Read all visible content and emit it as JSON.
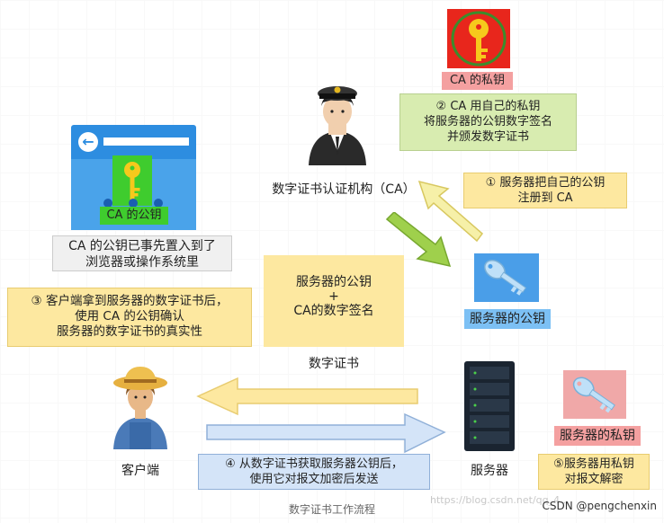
{
  "title": "数字证书工作流程",
  "watermark": "CSDN @pengchenxin",
  "watermark_url": "https://blog.csdn.net/qq_4...",
  "ca_private_key": {
    "label": "CA 的私钥"
  },
  "ca_note": {
    "lines": [
      "② CA 用自己的私钥",
      "将服务器的公钥数字签名",
      "并颁发数字证书"
    ]
  },
  "ca": {
    "label": "数字证书认证机构（CA）"
  },
  "step1": {
    "lines": [
      "① 服务器把自己的公钥",
      "注册到 CA"
    ]
  },
  "browser": {
    "key_label": "CA 的公钥",
    "note_lines": [
      "CA 的公钥已事先置入到了",
      "浏览器或操作系统里"
    ]
  },
  "server_public_key": {
    "label": "服务器的公钥"
  },
  "certificate": {
    "lines": [
      "服务器的公钥",
      "+",
      "CA的数字签名"
    ],
    "label": "数字证书"
  },
  "step3": {
    "lines": [
      "③ 客户端拿到服务器的数字证书后，",
      "使用 CA 的公钥确认",
      "服务器的数字证书的真实性"
    ]
  },
  "client": {
    "label": "客户端"
  },
  "server": {
    "label": "服务器"
  },
  "server_private_key": {
    "label": "服务器的私钥"
  },
  "step4": {
    "lines": [
      "④ 从数字证书获取服务器公钥后，",
      "使用它对报文加密后发送"
    ]
  },
  "step5": {
    "lines": [
      "⑤服务器用私钥",
      "对报文解密"
    ]
  },
  "colors": {
    "green_note": "#d8ecb0",
    "yellow_note": "#fde8a0",
    "blue_note": "#d4e4f8",
    "red_label": "#f4a0a0"
  }
}
